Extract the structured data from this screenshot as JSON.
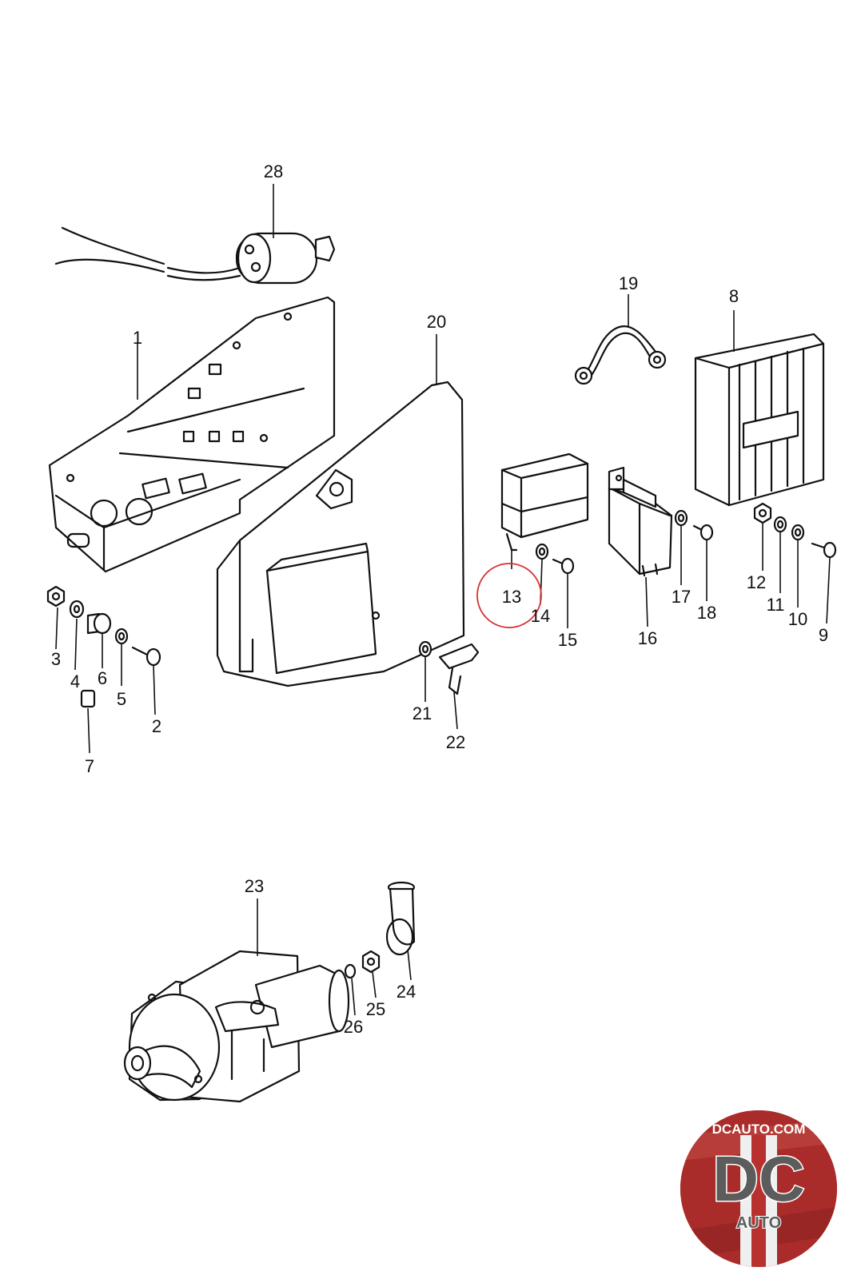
{
  "callouts": {
    "p1": "1",
    "p2": "2",
    "p3": "3",
    "p4": "4",
    "p5": "5",
    "p6": "6",
    "p7": "7",
    "p8": "8",
    "p9": "9",
    "p10": "10",
    "p11": "11",
    "p12": "12",
    "p13": "13",
    "p14": "14",
    "p15": "15",
    "p16": "16",
    "p17": "17",
    "p18": "18",
    "p19": "19",
    "p20": "20",
    "p21": "21",
    "p22": "22",
    "p23": "23",
    "p24": "24",
    "p25": "25",
    "p26": "26",
    "p28": "28"
  },
  "highlight": {
    "callout": "13",
    "color": "#d6312f"
  },
  "logo": {
    "domain": "DCAUTO.COM",
    "initials": "DC",
    "word": "AUTO"
  },
  "colors": {
    "line": "#111111",
    "logo_red": "#b8312f",
    "logo_gray": "#5c5c5c"
  }
}
